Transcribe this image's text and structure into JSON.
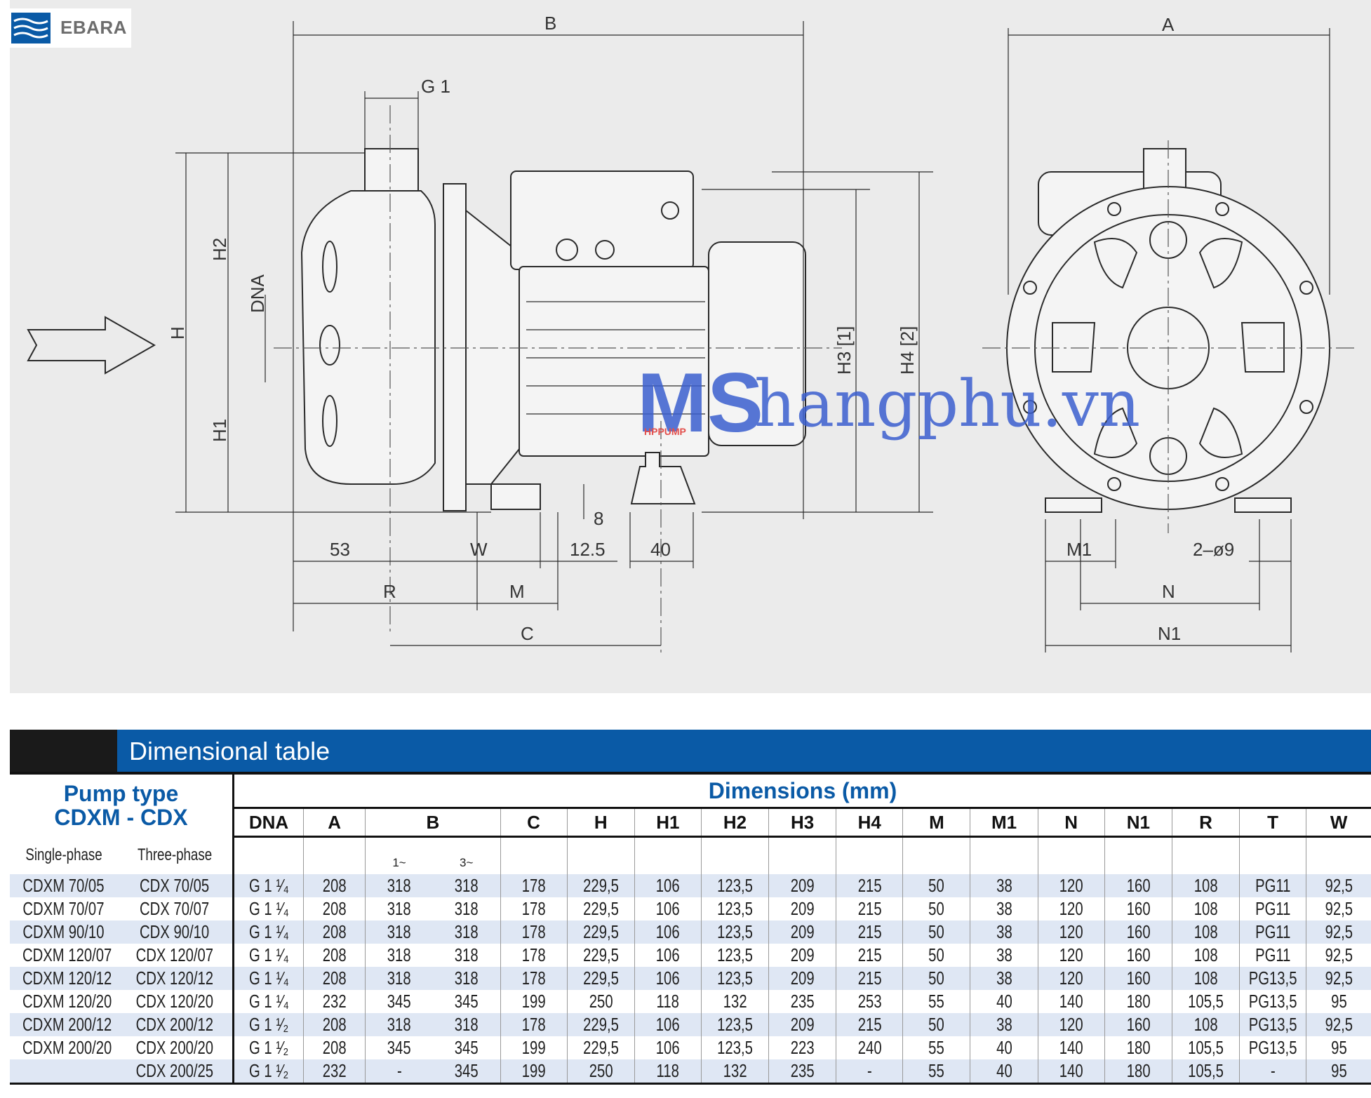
{
  "logo": {
    "text": "EBARA"
  },
  "watermark": {
    "badge": "MS",
    "badge_small": "HPPUMP",
    "text": "hangphu.vn"
  },
  "drawing": {
    "labels": {
      "B": "B",
      "A": "A",
      "G1": "G 1",
      "H2": "H2",
      "H": "H",
      "H1": "H1",
      "DNA": "DNA",
      "H3": "H3 [1]",
      "H4": "H4 [2]",
      "d53": "53",
      "W": "W",
      "d12_5": "12.5",
      "d40": "40",
      "d8": "8",
      "R": "R",
      "M": "M",
      "C": "C",
      "M1": "M1",
      "hole": "2–ø9",
      "N": "N",
      "N1": "N1"
    }
  },
  "table": {
    "title": "Dimensional table",
    "pump_type_line1": "Pump type",
    "pump_type_line2": "CDXM - CDX",
    "dimensions_title": "Dimensions (mm)",
    "single_phase": "Single-phase",
    "three_phase": "Three-phase",
    "b_sub1": "1~",
    "b_sub2": "3~",
    "columns": [
      "DNA",
      "A",
      "B",
      "C",
      "H",
      "H1",
      "H2",
      "H3",
      "H4",
      "M",
      "M1",
      "N",
      "N1",
      "R",
      "T",
      "W"
    ],
    "rows": [
      [
        "CDXM 70/05",
        "CDX 70/05",
        "G 1 ¹⁄₄",
        "208",
        "318",
        "318",
        "178",
        "229,5",
        "106",
        "123,5",
        "209",
        "215",
        "50",
        "38",
        "120",
        "160",
        "108",
        "PG11",
        "92,5"
      ],
      [
        "CDXM 70/07",
        "CDX 70/07",
        "G 1 ¹⁄₄",
        "208",
        "318",
        "318",
        "178",
        "229,5",
        "106",
        "123,5",
        "209",
        "215",
        "50",
        "38",
        "120",
        "160",
        "108",
        "PG11",
        "92,5"
      ],
      [
        "CDXM 90/10",
        "CDX 90/10",
        "G 1 ¹⁄₄",
        "208",
        "318",
        "318",
        "178",
        "229,5",
        "106",
        "123,5",
        "209",
        "215",
        "50",
        "38",
        "120",
        "160",
        "108",
        "PG11",
        "92,5"
      ],
      [
        "CDXM 120/07",
        "CDX 120/07",
        "G 1 ¹⁄₄",
        "208",
        "318",
        "318",
        "178",
        "229,5",
        "106",
        "123,5",
        "209",
        "215",
        "50",
        "38",
        "120",
        "160",
        "108",
        "PG11",
        "92,5"
      ],
      [
        "CDXM 120/12",
        "CDX 120/12",
        "G 1 ¹⁄₄",
        "208",
        "318",
        "318",
        "178",
        "229,5",
        "106",
        "123,5",
        "209",
        "215",
        "50",
        "38",
        "120",
        "160",
        "108",
        "PG13,5",
        "92,5"
      ],
      [
        "CDXM 120/20",
        "CDX 120/20",
        "G 1 ¹⁄₄",
        "232",
        "345",
        "345",
        "199",
        "250",
        "118",
        "132",
        "235",
        "253",
        "55",
        "40",
        "140",
        "180",
        "105,5",
        "PG13,5",
        "95"
      ],
      [
        "CDXM 200/12",
        "CDX 200/12",
        "G 1 ¹⁄₂",
        "208",
        "318",
        "318",
        "178",
        "229,5",
        "106",
        "123,5",
        "209",
        "215",
        "50",
        "38",
        "120",
        "160",
        "108",
        "PG13,5",
        "92,5"
      ],
      [
        "CDXM 200/20",
        "CDX 200/20",
        "G 1 ¹⁄₂",
        "208",
        "345",
        "345",
        "199",
        "229,5",
        "106",
        "123,5",
        "223",
        "240",
        "55",
        "40",
        "140",
        "180",
        "105,5",
        "PG13,5",
        "95"
      ],
      [
        "",
        "CDX 200/25",
        "G 1 ¹⁄₂",
        "232",
        "-",
        "345",
        "199",
        "250",
        "118",
        "132",
        "235",
        "-",
        "55",
        "40",
        "140",
        "180",
        "105,5",
        "-",
        "95"
      ]
    ]
  },
  "colors": {
    "header_blue": "#0a5aa6",
    "row_alt": "#dfe7f4",
    "drawing_bg": "#ebebeb",
    "watermark_red": "#e0332f",
    "watermark_blue": "#3b5fcf"
  }
}
